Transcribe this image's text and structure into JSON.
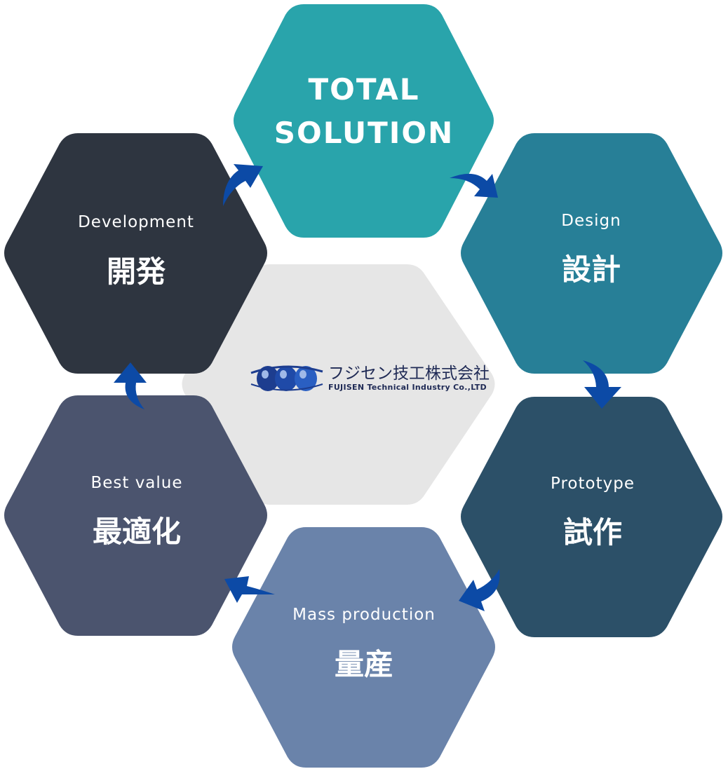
{
  "colors": {
    "center": "#e6e6e6",
    "total_solution": "#29a4ab",
    "design": "#277f97",
    "prototype": "#2c5068",
    "mass_production": "#6a83aa",
    "best_value": "#4b546e",
    "development": "#2e3540",
    "arrow": "#0c4aa6",
    "logo": "#1f2a55"
  },
  "total_solution": {
    "line1": "TOTAL",
    "line2": "SOLUTION"
  },
  "design": {
    "en": "Design",
    "jp": "設計"
  },
  "prototype": {
    "en": "Prototype",
    "jp": "試作"
  },
  "mass_production": {
    "en": "Mass production",
    "jp": "量産"
  },
  "best_value": {
    "en": "Best value",
    "jp": "最適化"
  },
  "development": {
    "en": "Development",
    "jp": "開発"
  },
  "logo": {
    "name_jp": "フジセン技工株式会社",
    "name_en": "FUJISEN Technical Industry Co.,LTD"
  }
}
